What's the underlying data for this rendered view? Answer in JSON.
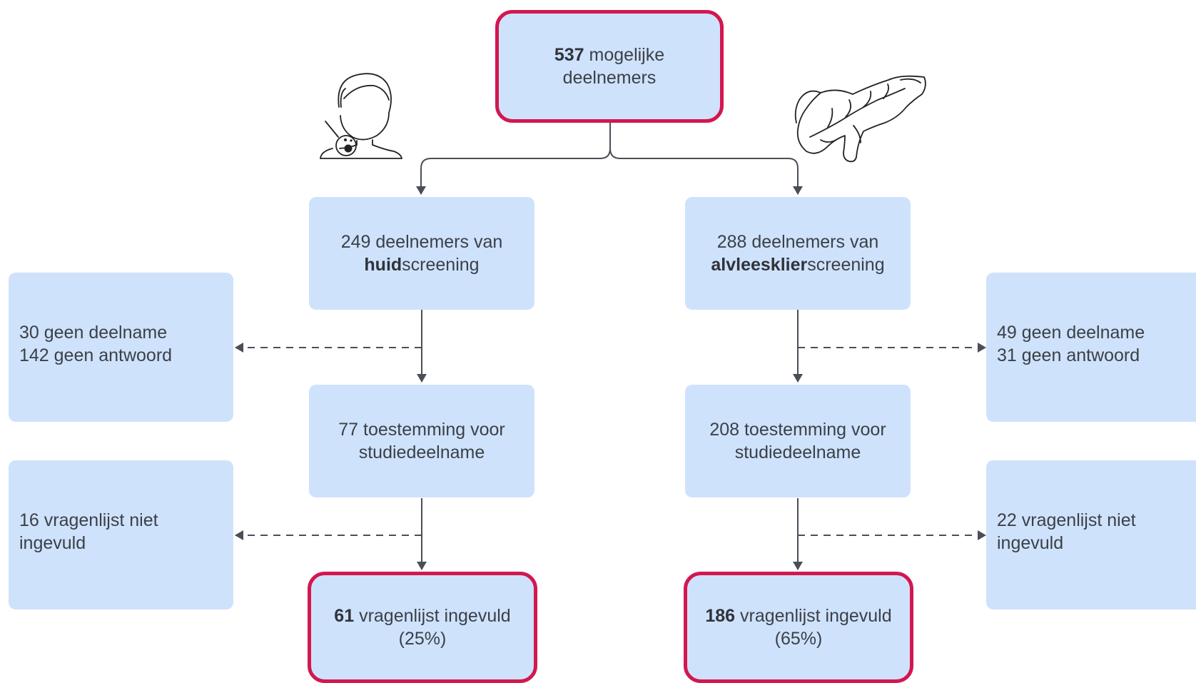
{
  "top": {
    "strong": "537",
    "rest": "mogelijke",
    "line2": "deelnemers"
  },
  "skin": {
    "group": {
      "line1": "249 deelnemers van",
      "strong": "huid",
      "rest": "screening"
    },
    "consent": {
      "line1": "77 toestemming voor",
      "line2": "studiedeelname"
    },
    "completed": {
      "strong": "61",
      "rest": "vragenlijst ingevuld",
      "line2": "(25%)"
    },
    "excluded1": {
      "line1": "30 geen deelname",
      "line2": "142 geen antwoord"
    },
    "excluded2": {
      "line1": "16 vragenlijst niet",
      "line2": "ingevuld"
    }
  },
  "pancreas": {
    "group": {
      "line1": "288 deelnemers van",
      "strong": "alvleesklier",
      "rest": "screening"
    },
    "consent": {
      "line1": "208 toestemming voor",
      "line2": "studiedeelname"
    },
    "completed": {
      "strong": "186",
      "rest": "vragenlijst ingevuld",
      "line2": "(65%)"
    },
    "excluded1": {
      "line1": "49 geen deelname",
      "line2": "31 geen antwoord"
    },
    "excluded2": {
      "line1": "22 vragenlijst niet",
      "line2": "ingevuld"
    }
  },
  "icons": {
    "left": "person-skin-check-icon",
    "right": "pancreas-icon"
  },
  "colors": {
    "box": "#cfe2fc",
    "highlight": "#d3174f",
    "line": "#4a4f57"
  }
}
